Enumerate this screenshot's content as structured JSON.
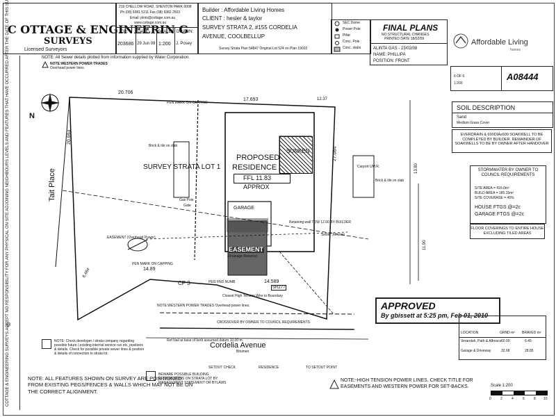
{
  "surveyor": {
    "company_line1": "C OTTAGE & ENGINEERIN G",
    "company_line2": "SURVEYS",
    "licensed": "Licensed Surveyors",
    "address": "219 CHELLOW ROAD, SHENTON PARK 6008",
    "contact": "Ph (08) 9381 5211 Fax (08) 9382 2503",
    "email": "Email: plots@cottage.com.au",
    "web": "www.cottage.com.au"
  },
  "title_block": {
    "job_label": "JOB:",
    "job_value": "203686",
    "date_label": "DATE:",
    "date_value": "29 Jun 09",
    "scale_label": "SCALE:",
    "scale_value": "1:200",
    "drawn_label": "DRAWN:",
    "drawn_value": "J. Posey"
  },
  "builder": {
    "builder": "Builder : Affordable Living Homes",
    "client": "CLIENT : hesler & taylor",
    "address1": "SURVEY STRATA 2, #155 CORDELIA",
    "address2": "AVENUE, COOLBELLUP",
    "strata": "Survey Strata Plan 54847  Original Lot 524 on Plan 19032"
  },
  "legend": {
    "items": [
      "SEC Dome",
      "Power Pole",
      "Pillar",
      "Conc. Pole",
      "Conc. slabs"
    ]
  },
  "final_plans": {
    "title": "FINAL PLANS",
    "sub1": "NO STRUCTURAL CHANGES",
    "sub2": "PRINTED DATE 18/02/09",
    "alinta": "ALINTA GAS - 23/02/08",
    "name": "NAME: PHILLIPA",
    "position": "POSITION: FRONT"
  },
  "brand": {
    "name": "Affordable Living",
    "sub": "homes"
  },
  "sheet_info": {
    "code": "A08444",
    "sheet": "6 OF 6",
    "scale": "1:200"
  },
  "top_notes": {
    "note1": "NOTE: All Sewer details plotted from information supplied by Water Corporation.",
    "note2": "NOTE:WESTERN POWER TRADES",
    "note3": "Overhead power lines."
  },
  "soil": {
    "title": "SOIL DESCRIPTION",
    "type": "Sand",
    "cover": "Medium Grass Cover"
  },
  "everdrain": "EVERDRAIN & 600DIAx600 SOAKWELL TO BE COMPLETED BY BUILDER. REMAINDER OF SOAKWELLS TO BE BY OWNER AFTER HANDOVER",
  "stormwater": {
    "title": "STORMWATER BY OWNER TO COUNCIL REQUIREMENTS",
    "site_area": "SITE AREA = 416.0m²",
    "build_area": "BUILD AREA = 185.15m²",
    "coverage": "SITE COVERAGE = 45%"
  },
  "footings": {
    "house": "HOUSE FTGS @=2c",
    "garage": "GARAGE FTGS @=2c"
  },
  "floor": "FLOOR COVERINGS TO ENTIRE HOUSE EXCLUDING TILED AREAS",
  "approved": {
    "title": "APPROVED",
    "by": "By gbissett at 5:25 pm, Feb 01, 2010"
  },
  "site": {
    "proposed": "PROPOSED",
    "residence": "RESIDENCE",
    "ffl": "FFL 11.83",
    "approx": "APPROX",
    "lot": "SURVEY STRATA LOT 1",
    "garage": "GARAGE",
    "sunken": "SUNKEN",
    "easement": "EASEMENT",
    "easement_note": "(Drainage Reserve)",
    "tait": "Tait Place",
    "street": "Cordelia Avenue",
    "street_sub": "Bitumen",
    "dims": [
      "20.706",
      "20.994",
      "14.89",
      "14.589",
      "17.693",
      "12.37",
      "27.064",
      "8.484",
      "13.80",
      "11.90"
    ],
    "labels": [
      "PEN MARK ON CAPPING",
      "PEN MARK ON CAPPING",
      "EASEMENT (Overhead Power)",
      "CP 3",
      "PEG FND NUMB",
      "SR277",
      "Brick & tile on slab",
      "Gas Pole",
      "Brick & tile on slab",
      "Carport UM.R.",
      "Gate",
      "Retaining wall TOW 12.00 BY BUILDER",
      "Sewer Junction",
      "Ref Nail at base of kerb assumed datum 10.00 m",
      "NOTE:WESTERN POWER TRADES Overhead power lines.",
      "CROSSOVER BY OWNER TO COUNCIL REQUIREMENTS",
      "Closest High Tension Wire to Boundary"
    ],
    "n": "N"
  },
  "bottom_notes": {
    "left": "NOTE: Check developer / strata company regarding possible future / existing internal service run etc, positions & details. Check for possible private sewer lines & position & details of connection to strata lot.",
    "all_features": "NOTE: ALL FEATURES SHOWN ON SURVEY ARE POSITIONED FROM EXISTING PEGS/FENCES & WALLS WHICH MAY NOT BE ON THE CORRECT ALIGNMENT.",
    "beware": "BEWARE POSSIBLE BUILDING RESTRICTIONS ON STRATA LOT BY MANAGEMENT STATEMENT OR BYLAWS",
    "high_tension": "NOTE:-HIGH TENSION POWER LINES. CHECK TITLE FOR EASEMENTS AND WESTERN POWER FOR SET-BACKS."
  },
  "setouts": [
    "SETOUT CHECK",
    "RESIDENCE",
    "TO SETOUT POINT"
  ],
  "scale_bar": {
    "label": "Scale 1:200",
    "ticks": [
      "0",
      "2",
      "4",
      "6",
      "8",
      "10"
    ]
  },
  "vstrip_text": "COTTAGE & ENGINEERING SURVEYS ACCEPT NO RESPONSIBILITY FOR ANY PHYSICAL ON SITE ADJOINING NEIGHBOURS LEVELS AND FEATURES THAT HAVE OCCURRED AFTER THE DATE OF THIS SURVEY.",
  "area_table": {
    "headers": [
      "LOCATION",
      "GRND m²",
      "BRAVED m²"
    ],
    "rows": [
      [
        "Verandah, Path & Alfresco",
        "60.00",
        "6.45"
      ],
      [
        "Garage & Driveway",
        "32.68",
        "28.85"
      ]
    ]
  }
}
